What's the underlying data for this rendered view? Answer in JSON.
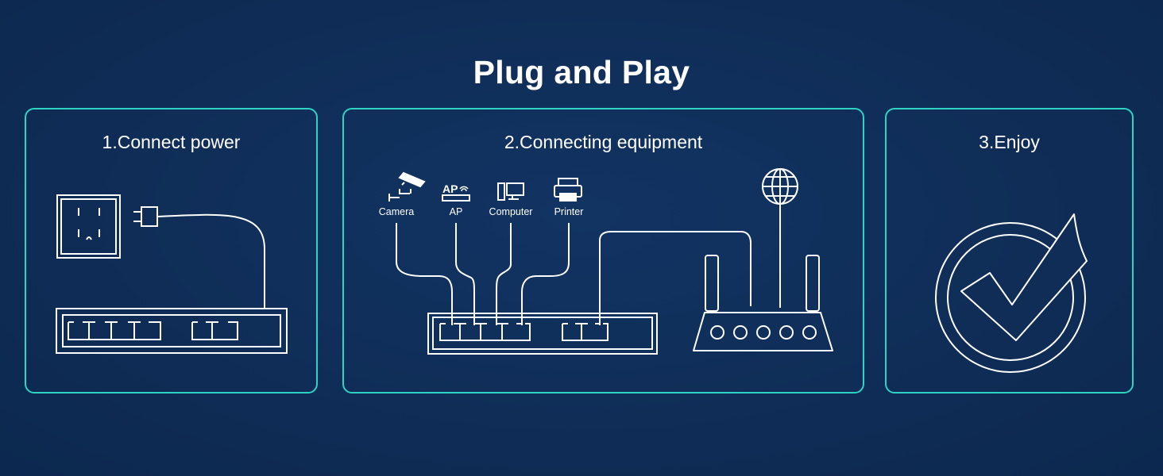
{
  "title": "Plug and Play",
  "steps": [
    {
      "label": "1.Connect power"
    },
    {
      "label": "2.Connecting equipment"
    },
    {
      "label": "3.Enjoy"
    }
  ],
  "devices": [
    "Camera",
    "AP",
    "Computer",
    "Printer"
  ],
  "ap_icon_text": "AP",
  "colors": {
    "background": "#0f2d57",
    "accent": "#2fd3c3",
    "line": "#ffffff"
  },
  "icons": [
    "power-outlet-icon",
    "plug-icon",
    "switch-icon",
    "camera-icon",
    "ap-icon",
    "computer-icon",
    "printer-icon",
    "globe-icon",
    "router-icon",
    "checkmark-icon"
  ]
}
